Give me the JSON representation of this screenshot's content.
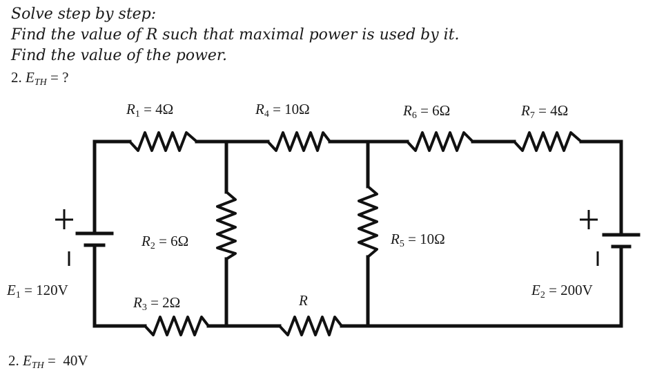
{
  "problem": {
    "line1": "Solve step by step:",
    "line2": "Find the value of R such that maximal power is used by it.",
    "line3": "Find the value of the power.",
    "question_prefix": "2.",
    "question_var": "E",
    "question_sub": "TH",
    "question_rest": " = ?"
  },
  "components": {
    "R1": {
      "name": "R",
      "sub": "1",
      "value": " = 4Ω"
    },
    "R2": {
      "name": "R",
      "sub": "2",
      "value": " = 6Ω"
    },
    "R3": {
      "name": "R",
      "sub": "3",
      "value": " = 2Ω"
    },
    "R4": {
      "name": "R",
      "sub": "4",
      "value": " = 10Ω"
    },
    "R5": {
      "name": "R",
      "sub": "5",
      "value": " = 10Ω"
    },
    "R6": {
      "name": "R",
      "sub": "6",
      "value": " = 6Ω"
    },
    "R7": {
      "name": "R",
      "sub": "7",
      "value": " = 4Ω"
    },
    "R": {
      "name": "R"
    },
    "E1": {
      "name": "E",
      "sub": "1",
      "value": " = 120V"
    },
    "E2": {
      "name": "E",
      "sub": "2",
      "value": " = 200V"
    }
  },
  "answer": {
    "prefix": "2.",
    "var": "E",
    "sub": "TH",
    "rest": " =  40V"
  },
  "polarity": {
    "plus": "+",
    "minus": "|"
  }
}
